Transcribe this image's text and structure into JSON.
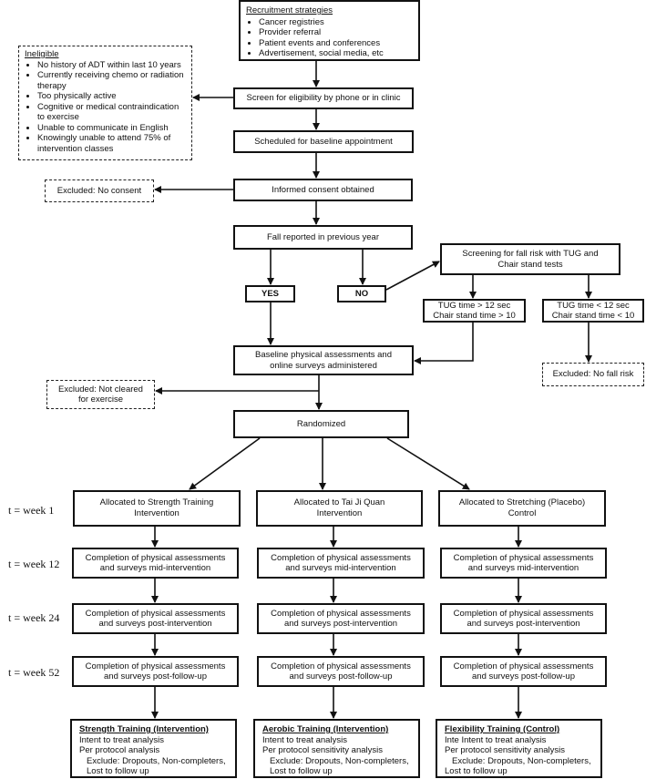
{
  "recruitment": {
    "title": "Recruitment strategies",
    "items": [
      "Cancer registries",
      "Provider referral",
      "Patient events and conferences",
      "Advertisement, social media, etc"
    ]
  },
  "ineligible": {
    "title": "Ineligible",
    "items": [
      "No history of ADT within last 10 years",
      "Currently receiving chemo or radiation therapy",
      "Too physically active",
      "Cognitive or medical contraindication to exercise",
      "Unable to communicate in English",
      "Knowingly unable to attend 75% of intervention classes"
    ]
  },
  "screen": "Screen for eligibility by phone or in clinic",
  "scheduled": "Scheduled for baseline appointment",
  "consent": "Informed consent obtained",
  "excluded_consent": "Excluded: No consent",
  "fall": "Fall reported in previous year",
  "yes": "YES",
  "no": "NO",
  "fall_screening": "Screening for fall risk with TUG and Chair stand tests",
  "tug_high": [
    "TUG time > 12 sec",
    "Chair stand time > 10"
  ],
  "tug_low": [
    "TUG time < 12 sec",
    "Chair stand time < 10"
  ],
  "excluded_fall": "Excluded: No fall risk",
  "baseline": "Baseline physical assessments and online surveys administered",
  "excluded_clearance": "Excluded: Not cleared for exercise",
  "randomized": "Randomized",
  "timepoints": [
    "t = week 1",
    "t = week 12",
    "t = week 24",
    "t = week 52"
  ],
  "arms": [
    {
      "allocated": "Allocated to Strength Training Intervention",
      "mid": "Completion of physical assessments and surveys mid-intervention",
      "post": "Completion of physical assessments and surveys post-intervention",
      "follow": "Completion of physical assessments and surveys post-follow-up",
      "final": {
        "title": "Strength Training (Intervention)",
        "lines": [
          "Intent to treat analysis",
          "Per protocol analysis"
        ],
        "exclude": "Exclude: Dropouts, Non-completers,",
        "exclude2": "Lost to follow up"
      }
    },
    {
      "allocated": "Allocated to Tai Ji Quan Intervention",
      "mid": "Completion of physical assessments and surveys mid-intervention",
      "post": "Completion of physical assessments and surveys post-intervention",
      "follow": "Completion of physical assessments and surveys post-follow-up",
      "final": {
        "title": "Aerobic Training (Intervention)",
        "lines": [
          "Intent to treat analysis",
          "Per protocol sensitivity analysis"
        ],
        "exclude": "Exclude: Dropouts, Non-completers,",
        "exclude2": "Lost to follow up"
      }
    },
    {
      "allocated": "Allocated to Stretching (Placebo) Control",
      "mid": "Completion of physical assessments and surveys mid-intervention",
      "post": "Completion of physical assessments and surveys post-intervention",
      "follow": "Completion of physical assessments and surveys post-follow-up",
      "final": {
        "title": "Flexibility Training (Control)",
        "lines": [
          "Inte Intent to treat analysis",
          "Per protocol sensitivity analysis"
        ],
        "exclude": "Exclude: Dropouts, Non-completers,",
        "exclude2": "Lost to follow up"
      }
    }
  ]
}
